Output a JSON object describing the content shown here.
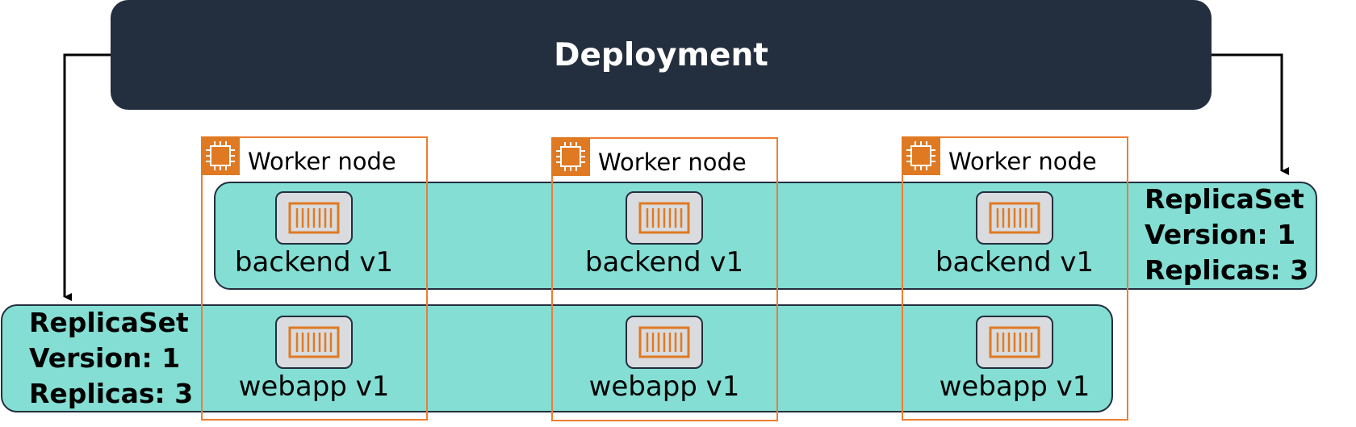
{
  "deployment": {
    "label": "Deployment"
  },
  "replicasets": {
    "backend": {
      "line1": "ReplicaSet",
      "line2": "Version: 1",
      "line3": "Replicas: 3"
    },
    "webapp": {
      "line1": "ReplicaSet",
      "line2": "Version: 1",
      "line3": "Replicas: 3"
    }
  },
  "worker_nodes": [
    {
      "label": "Worker node"
    },
    {
      "label": "Worker node"
    },
    {
      "label": "Worker node"
    }
  ],
  "pods": {
    "backend": [
      "backend v1",
      "backend v1",
      "backend v1"
    ],
    "webapp": [
      "webapp v1",
      "webapp v1",
      "webapp v1"
    ]
  },
  "icons": {
    "worker": "cpu-chip-icon",
    "pod": "container-icon"
  },
  "colors": {
    "deployment_bg": "#232f3e",
    "replicaset_bg": "#84ded4",
    "worker_border": "#ed7d31",
    "container_accent": "#e07a22"
  }
}
